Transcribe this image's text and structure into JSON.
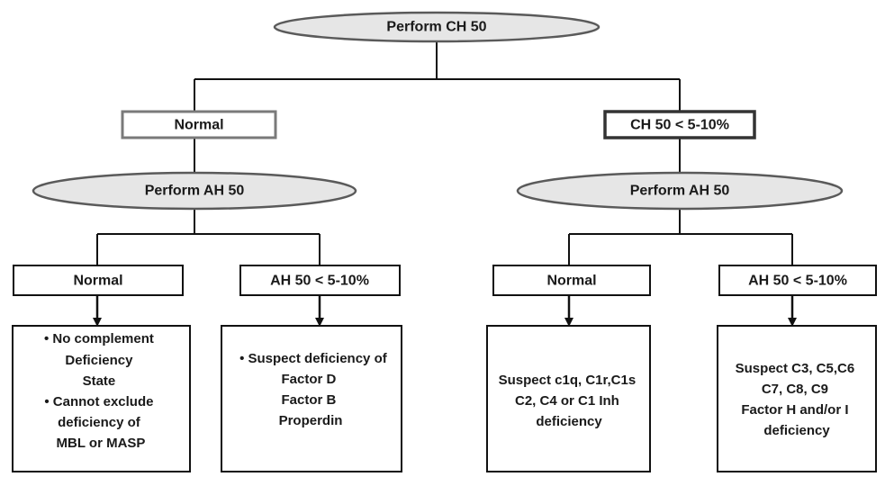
{
  "root": {
    "label": "Perform CH 50"
  },
  "left_branch": {
    "result": "Normal",
    "next": "Perform AH 50",
    "outcomes": [
      {
        "result": "Normal",
        "conclusion": [
          "• No complement",
          "Deficiency",
          "State",
          "• Cannot exclude",
          "deficiency of",
          "MBL or MASP"
        ]
      },
      {
        "result": "AH 50 < 5-10%",
        "conclusion": [
          "• Suspect deficiency of",
          "Factor D",
          "Factor B",
          "Properdin"
        ]
      }
    ]
  },
  "right_branch": {
    "result": "CH 50 < 5-10%",
    "next": "Perform AH 50",
    "outcomes": [
      {
        "result": "Normal",
        "conclusion": [
          "Suspect c1q, C1r,C1s",
          "C2, C4 or C1 Inh",
          "deficiency"
        ]
      },
      {
        "result": "AH 50 < 5-10%",
        "conclusion": [
          "Suspect C3, C5,C6",
          "C7, C8, C9",
          "Factor H and/or I",
          "deficiency"
        ]
      }
    ]
  }
}
